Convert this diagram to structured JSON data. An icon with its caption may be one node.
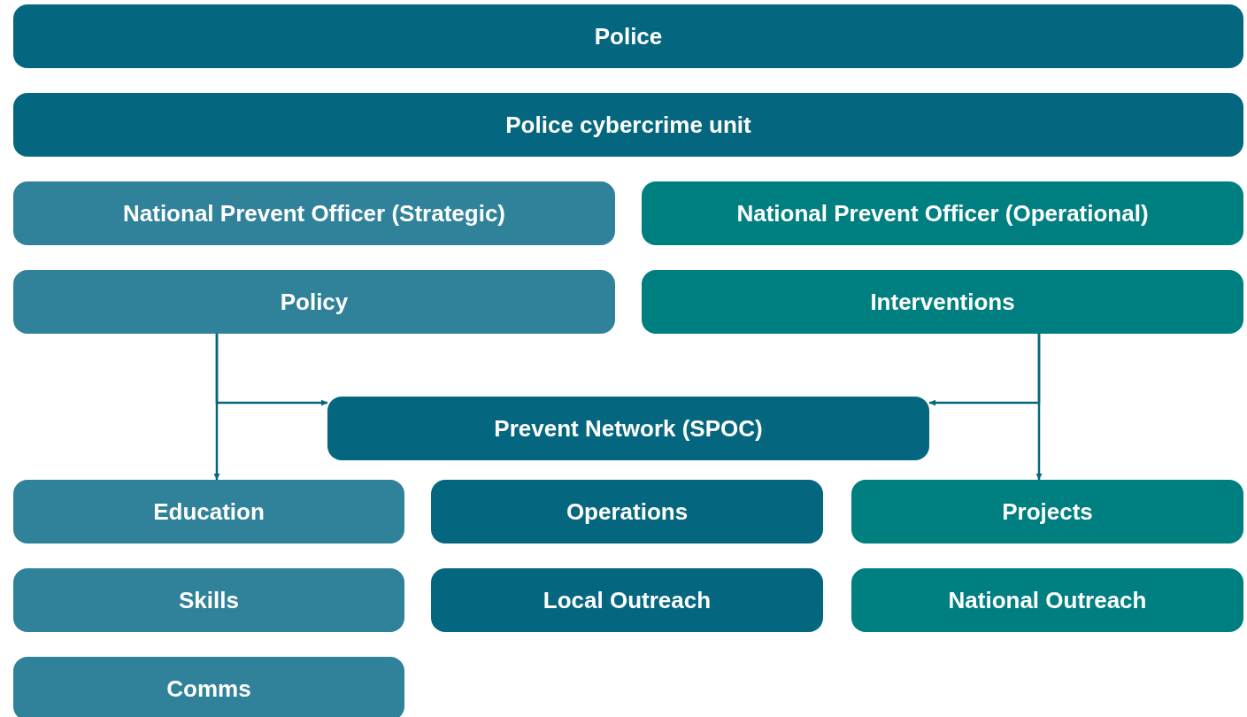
{
  "diagram": {
    "nodes": [
      {
        "text": [
          "Police"
        ]
      },
      {
        "text": [
          "Police cybercrime unit"
        ]
      },
      {
        "text": [
          "National Prevent Officer (Strategic)"
        ]
      },
      {
        "text": [
          "National Prevent Officer (Operational)"
        ]
      },
      {
        "text": [
          "Policy"
        ]
      },
      {
        "text": [
          "Interventions"
        ]
      },
      {
        "text": [
          "Prevent Network (SPOC)"
        ]
      },
      {
        "text": [
          "Education"
        ]
      },
      {
        "text": [
          "Operations"
        ]
      },
      {
        "text": [
          "Projects"
        ]
      },
      {
        "text": [
          "Skills"
        ]
      },
      {
        "text": [
          "Local Outreach"
        ]
      },
      {
        "text": [
          "National Outreach"
        ]
      },
      {
        "text": [
          "Comms"
        ]
      }
    ],
    "edges": [
      {
        "from": 4,
        "to": 7,
        "arrow": "to"
      },
      {
        "from": 4,
        "to": 6,
        "arrow": "to"
      },
      {
        "from": 5,
        "to": 9,
        "arrow": "to"
      },
      {
        "from": 5,
        "to": 6,
        "arrow": "to"
      }
    ]
  }
}
